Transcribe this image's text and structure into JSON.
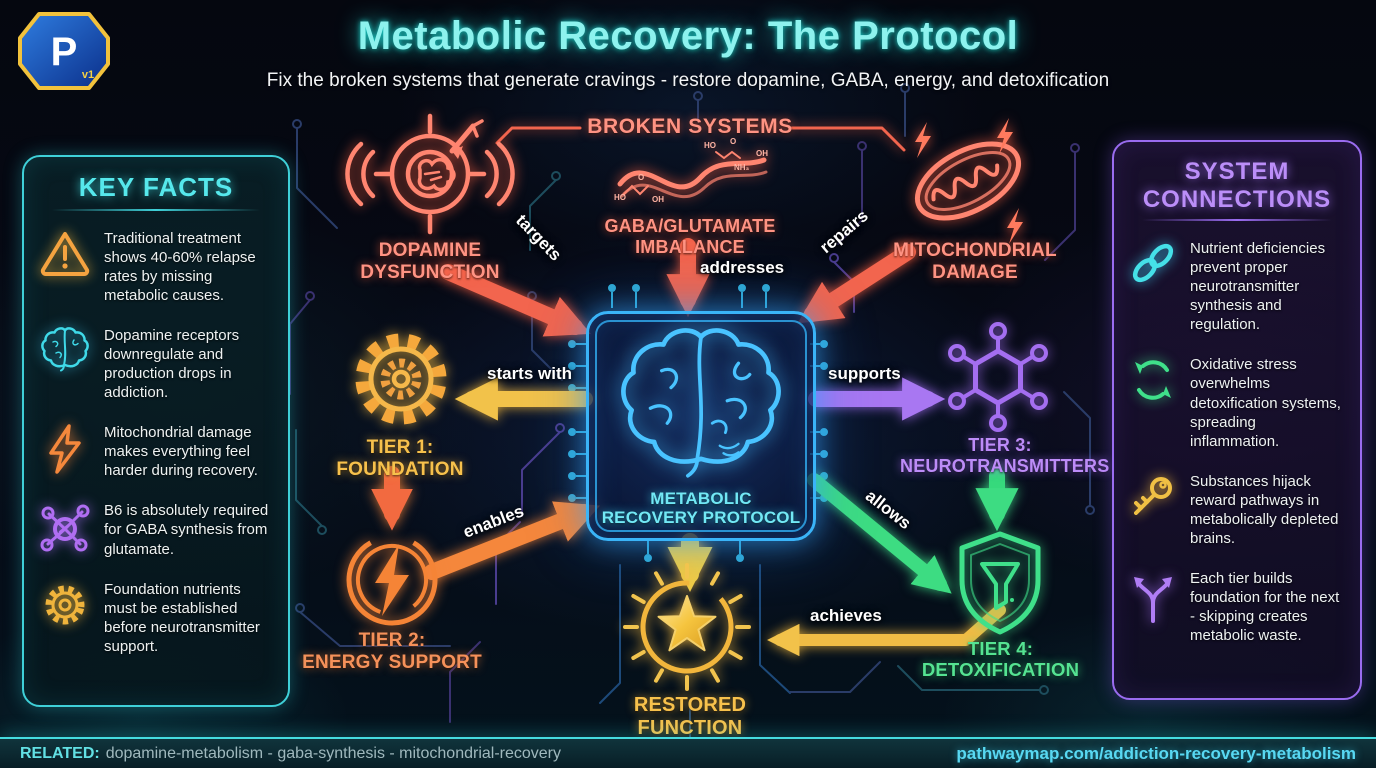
{
  "header": {
    "title": "Metabolic Recovery: The Protocol",
    "subtitle": "Fix the broken systems that generate cravings - restore dopamine, GABA, energy, and detoxification",
    "logo": {
      "letter": "P",
      "version": "v1"
    }
  },
  "key_facts": {
    "title": "KEY FACTS",
    "items": [
      {
        "icon": "warning-triangle-icon",
        "color": "#f5a340",
        "text": "Traditional treatment shows 40-60% relapse rates by missing metabolic causes."
      },
      {
        "icon": "brain-icon",
        "color": "#3fd9e8",
        "text": "Dopamine receptors downregulate and production drops in addiction."
      },
      {
        "icon": "lightning-bolt-icon",
        "color": "#f5883c",
        "text": "Mitochondrial damage makes everything feel harder during recovery."
      },
      {
        "icon": "molecule-icon",
        "color": "#b06ef2",
        "text": "B6 is absolutely required for GABA synthesis from glutamate."
      },
      {
        "icon": "gear-icon",
        "color": "#f0b43c",
        "text": "Foundation nutrients must be established before neurotransmitter support."
      }
    ]
  },
  "system_connections": {
    "title": "SYSTEM\nCONNECTIONS",
    "items": [
      {
        "icon": "chain-link-icon",
        "color": "#45e0e8",
        "text": "Nutrient deficiencies prevent proper neurotransmitter synthesis and regulation."
      },
      {
        "icon": "cycle-arrows-icon",
        "color": "#3fe08a",
        "text": "Oxidative stress overwhelms detoxification systems, spreading inflammation."
      },
      {
        "icon": "key-icon",
        "color": "#f0c044",
        "text": "Substances hijack reward pathways in metabolically depleted brains."
      },
      {
        "icon": "split-arrows-icon",
        "color": "#b07df5",
        "text": "Each tier builds foundation for the next - skipping creates metabolic waste."
      }
    ]
  },
  "diagram": {
    "group_header": "BROKEN SYSTEMS",
    "nodes": {
      "dopamine": "DOPAMINE\nDYSFUNCTION",
      "gaba": "GABA/GLUTAMATE\nIMBALANCE",
      "mitochondrial": "MITOCHONDRIAL\nDAMAGE",
      "center": "METABOLIC\nRECOVERY PROTOCOL",
      "tier1": "TIER 1:\nFOUNDATION",
      "tier2": "TIER 2:\nENERGY SUPPORT",
      "tier3": "TIER 3:\nNEUROTRANSMITTERS",
      "tier4": "TIER 4:\nDETOXIFICATION",
      "restored": "RESTORED FUNCTION"
    },
    "edge_labels": {
      "targets": "targets",
      "addresses": "addresses",
      "repairs": "repairs",
      "starts_with": "starts with",
      "supports": "supports",
      "enables": "enables",
      "allows": "allows",
      "achieves": "achieves"
    },
    "gaba_chem": [
      "HO",
      "O",
      "OH",
      "HO",
      "O",
      "OH",
      "NH₃"
    ]
  },
  "footer": {
    "related_label": "RELATED:",
    "related_tags": "dopamine-metabolism - gaba-synthesis - mitochondrial-recovery",
    "url": "pathwaymap.com/addiction-recovery-metabolism"
  },
  "colors": {
    "title_cyan": "#8df2ee",
    "broken_red": "#ff9383",
    "tier1_gold": "#f7c14c",
    "tier2_orange": "#f5915a",
    "tier3_purple": "#bd8cf8",
    "tier4_green": "#55e392",
    "center_blue": "#3ab4f8",
    "restored_gold": "#f7ca52"
  }
}
